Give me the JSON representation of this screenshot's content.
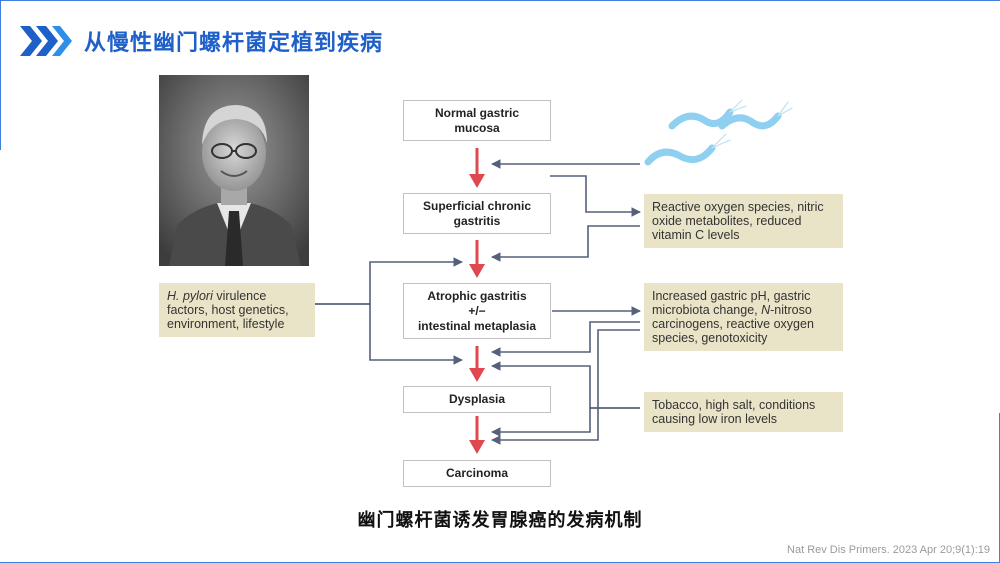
{
  "header": {
    "title": "从慢性幽门螺杆菌定植到疾病"
  },
  "diagram": {
    "stages": [
      "Normal gastric mucosa",
      "Superficial chronic gastritis",
      "Atrophic gastritis +/− intestinal metaplasia",
      "Dysplasia",
      "Carcinoma"
    ],
    "stage_lines": [
      [
        "Normal gastric",
        "mucosa"
      ],
      [
        "Superficial chronic",
        "gastritis"
      ],
      [
        "Atrophic gastritis",
        "+/−",
        "intestinal  metaplasia"
      ],
      [
        "Dysplasia"
      ],
      [
        "Carcinoma"
      ]
    ],
    "host_factors": {
      "line1_italic": "H. pylori",
      "line1_rest": " virulence",
      "line2": "factors, host genetics,",
      "line3": "environment, lifestyle"
    },
    "factor_ros": [
      "Reactive oxygen species, nitric",
      "oxide metabolites, reduced",
      "vitamin C levels"
    ],
    "factor_ph": {
      "line1": "Increased gastric pH, gastric",
      "line2_pre": "microbiota change, ",
      "line2_italic": "N",
      "line2_post": "-nitroso",
      "line3": "carcinogens, reactive oxygen",
      "line4": "species, genotoxicity"
    },
    "factor_tobacco": [
      "Tobacco, high salt, conditions",
      "causing low iron levels"
    ]
  },
  "caption": "幽门螺杆菌诱发胃腺癌的发病机制",
  "citation": "Nat Rev Dis Primers. 2023 Apr 20;9(1):19",
  "colors": {
    "accent": "#1f5fc8",
    "arrow_red": "#e0484f",
    "line_gray": "#55607a",
    "factor_bg": "#e9e4c8"
  }
}
